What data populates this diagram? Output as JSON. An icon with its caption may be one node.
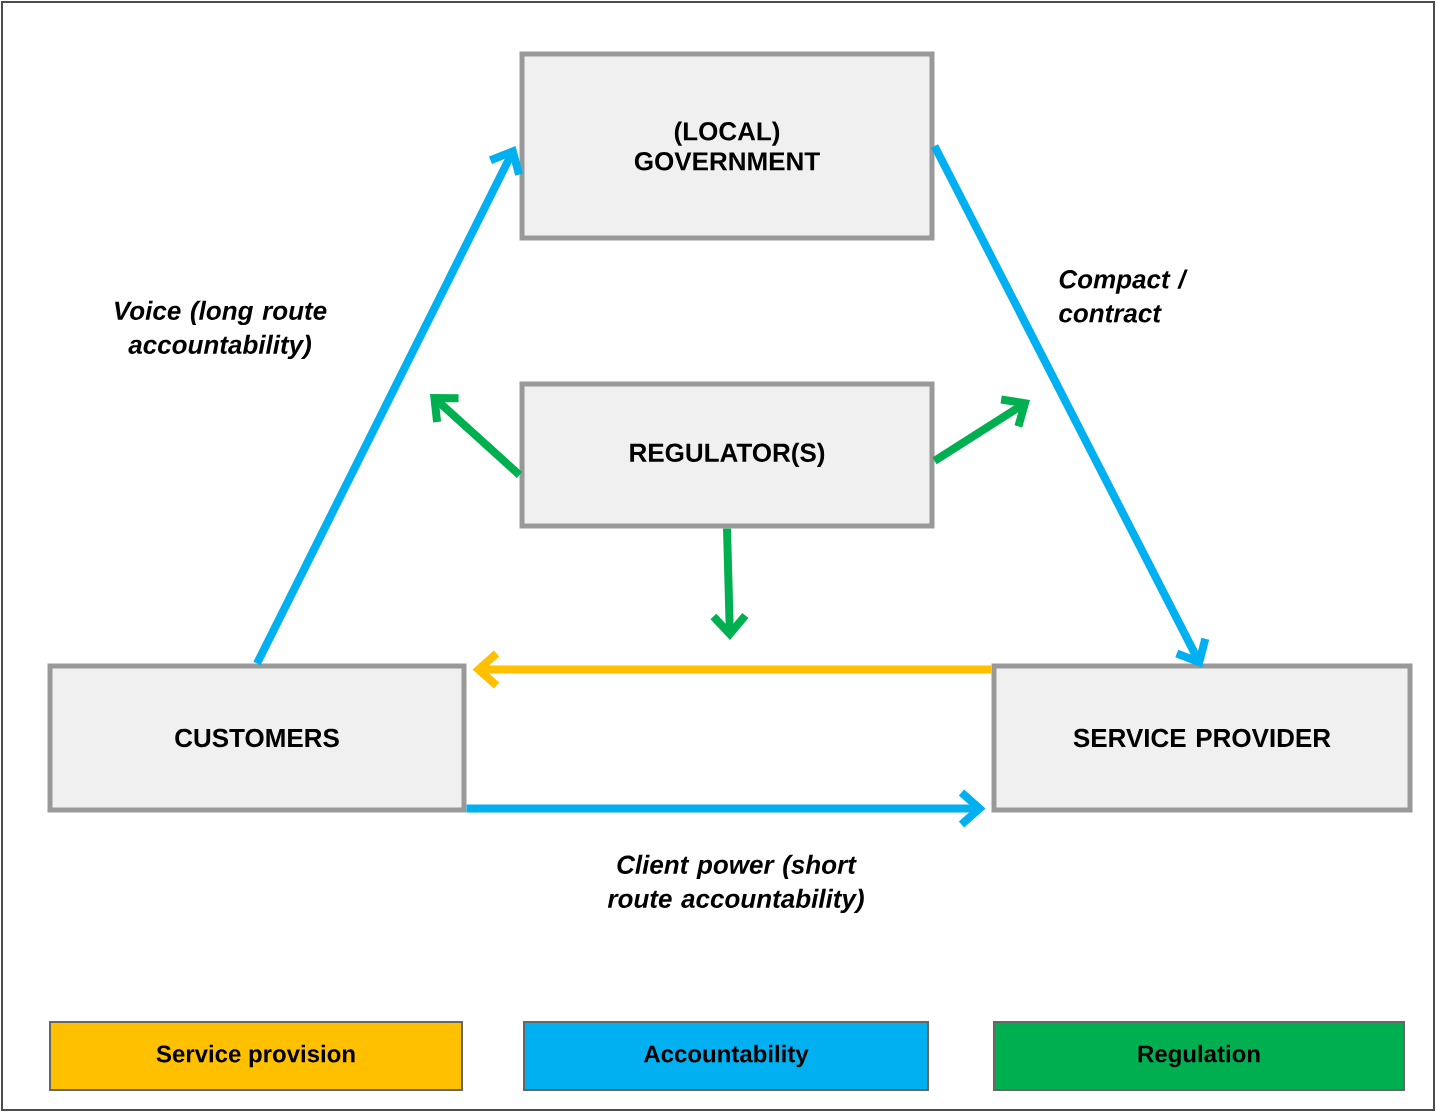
{
  "diagram": {
    "nodes": [
      {
        "text": [
          "(LOCAL) GOVERNMENT"
        ]
      },
      {
        "text": [
          "REGULATOR(S)"
        ]
      },
      {
        "text": [
          "CUSTOMERS"
        ]
      },
      {
        "text": [
          "SERVICE PROVIDER"
        ]
      }
    ],
    "edges": [
      {
        "from": 2,
        "to": 0,
        "arrow": "to",
        "label": "Voice (long route accountability)",
        "color": "#00b0f0"
      },
      {
        "from": 0,
        "to": 3,
        "arrow": "to",
        "label": "Compact / contract",
        "color": "#00b0f0"
      },
      {
        "from": 3,
        "to": 2,
        "arrow": "to",
        "color": "#ffc000"
      },
      {
        "from": 2,
        "to": 3,
        "arrow": "to",
        "label": "Client power (short route accountability)",
        "color": "#00b0f0"
      },
      {
        "from": 1,
        "to": null,
        "arrow": "to",
        "color": "#00b050"
      },
      {
        "from": 1,
        "to": null,
        "arrow": "to",
        "color": "#00b050"
      },
      {
        "from": 1,
        "to": null,
        "arrow": "to",
        "color": "#00b050"
      }
    ],
    "legend": [
      {
        "text": "Service provision",
        "color": "#ffc000"
      },
      {
        "text": "Accountability",
        "color": "#00b0f0"
      },
      {
        "text": "Regulation",
        "color": "#00b050"
      }
    ]
  }
}
